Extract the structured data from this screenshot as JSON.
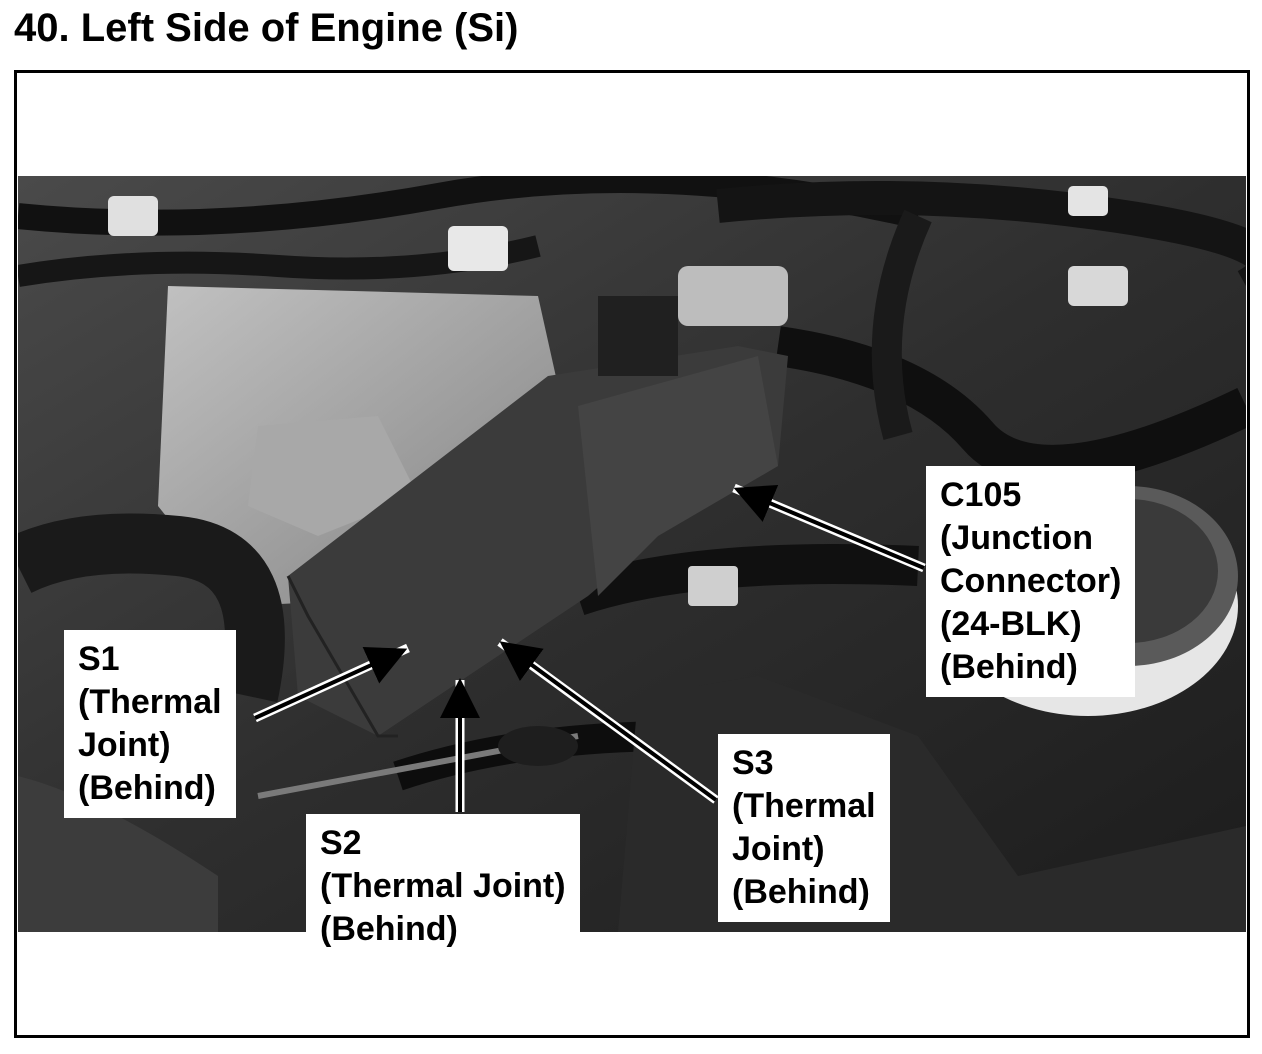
{
  "title": "40. Left Side of Engine (Si)",
  "image": {
    "subject": "engine-bay-photo",
    "style": "grayscale"
  },
  "callouts": [
    {
      "id": "s1",
      "lines": [
        "S1",
        "(Thermal",
        "Joint)",
        "(Behind)"
      ]
    },
    {
      "id": "s2",
      "lines": [
        "S2",
        "(Thermal Joint)",
        "(Behind)"
      ]
    },
    {
      "id": "s3",
      "lines": [
        "S3",
        "(Thermal",
        "Joint)",
        "(Behind)"
      ]
    },
    {
      "id": "c105",
      "lines": [
        "C105",
        "(Junction",
        "Connector)",
        "(24-BLK)",
        "(Behind)"
      ]
    }
  ]
}
